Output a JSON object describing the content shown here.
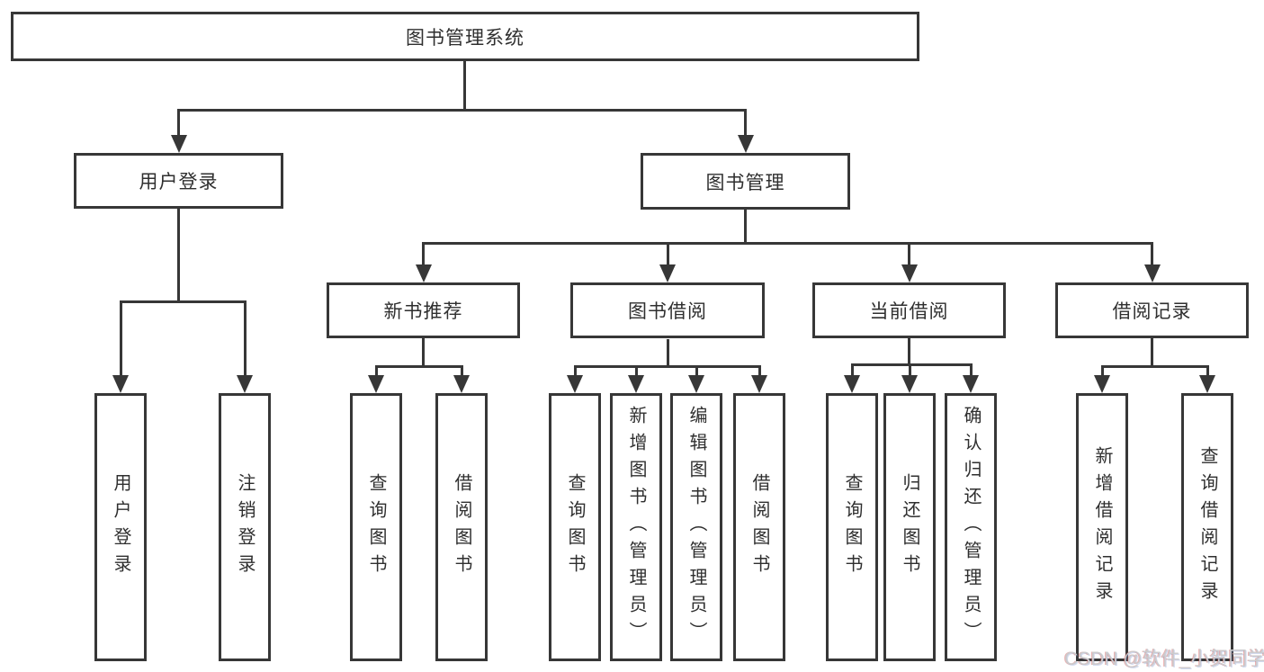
{
  "colors": {
    "line": "#373737",
    "text": "#2f2f2f",
    "watermark": "#cbcbcd",
    "background": "#ffffff"
  },
  "tree": {
    "root": {
      "label": "图书管理系统"
    },
    "branches": [
      {
        "label": "用户登录",
        "children": [
          {
            "label": "用户登录"
          },
          {
            "label": "注销登录"
          }
        ]
      },
      {
        "label": "图书管理",
        "children": [
          {
            "label": "新书推荐",
            "children": [
              {
                "label": "查询图书"
              },
              {
                "label": "借阅图书"
              }
            ]
          },
          {
            "label": "图书借阅",
            "children": [
              {
                "label": "查询图书"
              },
              {
                "label": "新增图书（管理员）"
              },
              {
                "label": "编辑图书（管理员）"
              },
              {
                "label": "借阅图书"
              }
            ]
          },
          {
            "label": "当前借阅",
            "children": [
              {
                "label": "查询图书"
              },
              {
                "label": "归还图书"
              },
              {
                "label": "确认归还（管理员）"
              }
            ]
          },
          {
            "label": "借阅记录",
            "children": [
              {
                "label": "新增借阅记录"
              },
              {
                "label": "查询借阅记录"
              }
            ]
          }
        ]
      }
    ]
  },
  "watermark": {
    "text": "CSDN @软件_小贺同学"
  }
}
